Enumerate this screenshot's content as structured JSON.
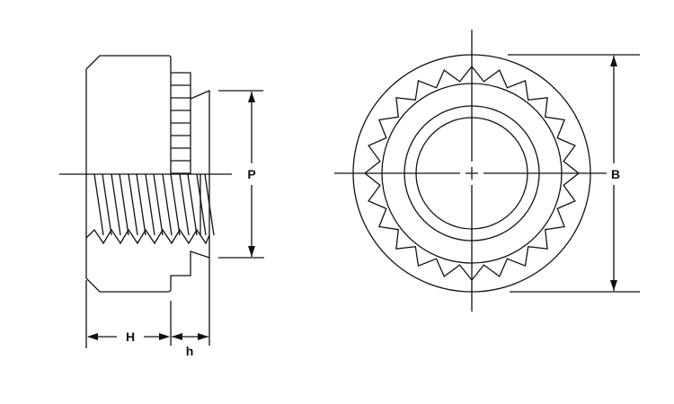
{
  "labels": {
    "p": "P",
    "H": "H",
    "h": "h",
    "B": "B"
  },
  "serration_teeth": 24,
  "colors": {
    "line": "#111111",
    "background": "#ffffff"
  }
}
